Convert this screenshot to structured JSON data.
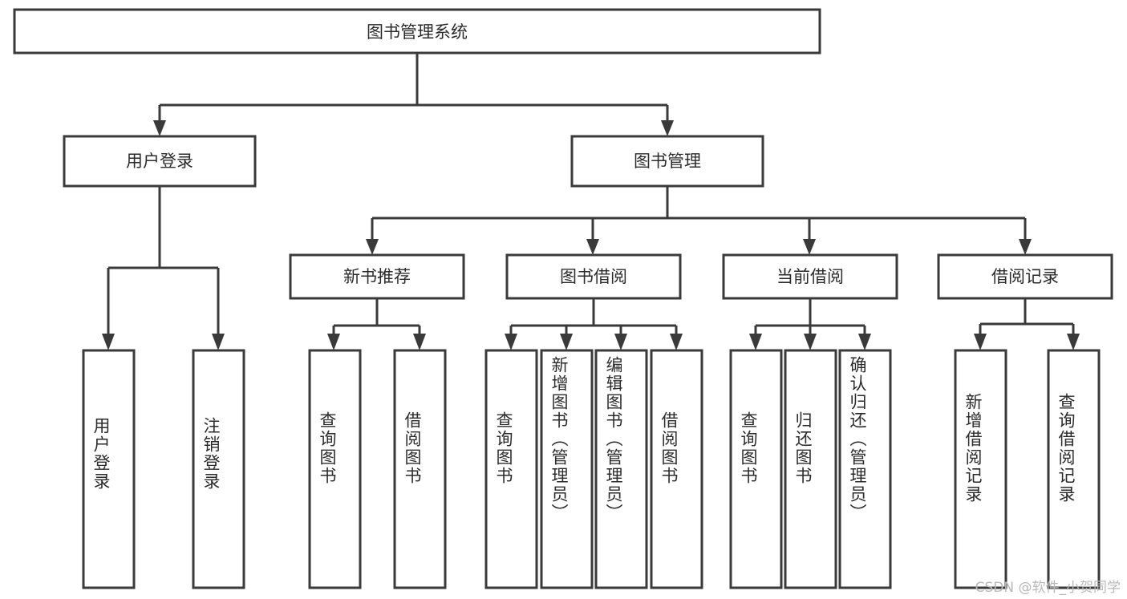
{
  "diagram": {
    "type": "tree",
    "title": "图书管理系统",
    "root": {
      "label": "图书管理系统"
    },
    "level2": [
      {
        "label": "用户登录"
      },
      {
        "label": "图书管理"
      }
    ],
    "level3": [
      {
        "label": "新书推荐"
      },
      {
        "label": "图书借阅"
      },
      {
        "label": "当前借阅"
      },
      {
        "label": "借阅记录"
      }
    ],
    "leaves_user_login": [
      {
        "label": "用户登录"
      },
      {
        "label": "注销登录"
      }
    ],
    "leaves_new_book": [
      {
        "label": "查询图书"
      },
      {
        "label": "借阅图书"
      }
    ],
    "leaves_borrow": [
      {
        "label": "查询图书"
      },
      {
        "label": "新增图书（管理员）"
      },
      {
        "label": "编辑图书（管理员）"
      },
      {
        "label": "借阅图书"
      }
    ],
    "leaves_current": [
      {
        "label": "查询图书"
      },
      {
        "label": "归还图书"
      },
      {
        "label": "确认归还（管理员）"
      }
    ],
    "leaves_records": [
      {
        "label": "新增借阅记录"
      },
      {
        "label": "查询借阅记录"
      }
    ],
    "watermark": "CSDN @软件_小贺同学",
    "colors": {
      "stroke": "#3a3a3a",
      "fill": "#ffffff",
      "text": "#2b2b2b",
      "watermark": "#b9b9b9"
    }
  }
}
